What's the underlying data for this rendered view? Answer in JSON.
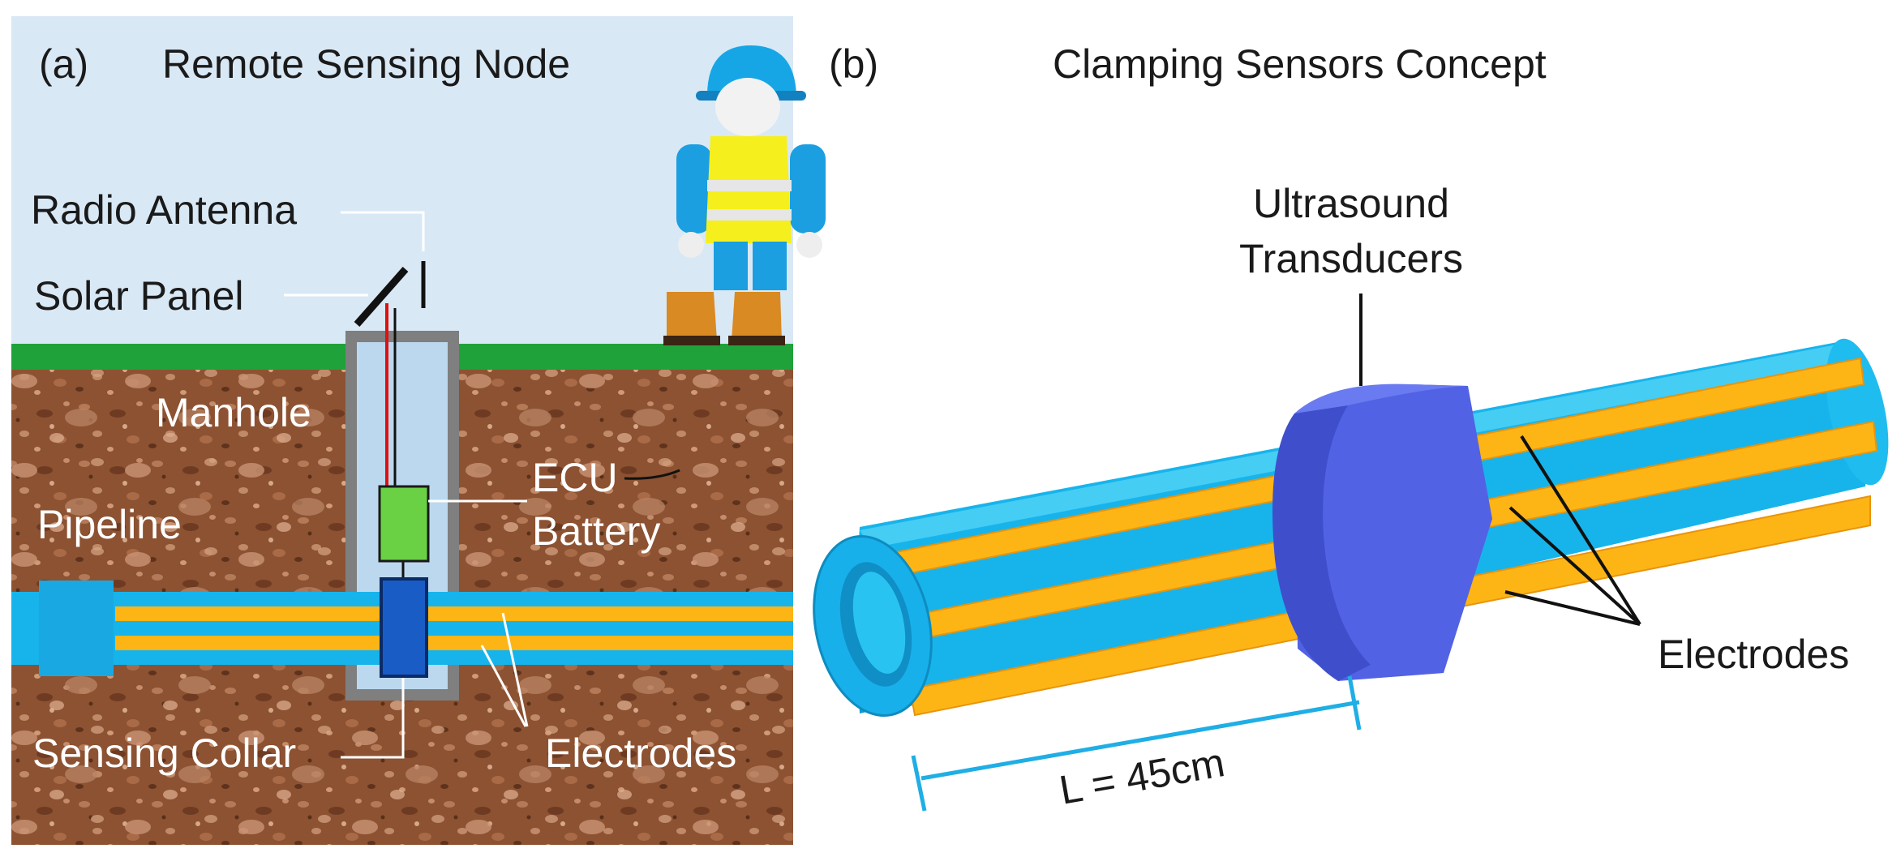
{
  "panel_a": {
    "tag": "(a)",
    "title": "Remote Sensing Node",
    "labels": {
      "radio_antenna": "Radio Antenna",
      "solar_panel": "Solar Panel",
      "manhole": "Manhole",
      "ecu": "ECU",
      "battery": "Battery",
      "pipeline": "Pipeline",
      "sensing_collar": "Sensing Collar",
      "electrodes": "Electrodes"
    }
  },
  "panel_b": {
    "tag": "(b)",
    "title": "Clamping Sensors Concept",
    "labels": {
      "ultrasound_line1": "Ultrasound",
      "ultrasound_line2": "Transducers",
      "electrodes": "Electrodes",
      "length": "L = 45cm"
    }
  },
  "colors": {
    "sky": "#d9e8f5",
    "grass": "#1fa23a",
    "soil": "#8a4f30",
    "pipe": "#17b4ec",
    "pipe_light": "#34d3f6",
    "electrode": "#fdb515",
    "manhole": "#7f7f7f",
    "shaft": "#bcd8ee",
    "ecu_box": "#6bd144",
    "collar": "#1a5cc5",
    "transducer": "#5262e4",
    "dimension": "#1faee5"
  }
}
